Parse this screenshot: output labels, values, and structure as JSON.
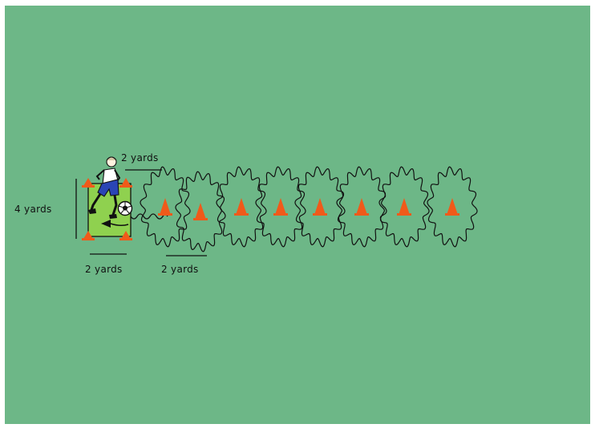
{
  "colors": {
    "field": "#6db787",
    "start_box": "#8fd14f",
    "cone": "#f05a1a",
    "path": "#111111"
  },
  "labels": {
    "height": "4 yards",
    "top_width": "2 yards",
    "bottom_width": "2 yards",
    "cone_spacing": "2 yards"
  },
  "icons": {
    "player": "soccer-player-icon",
    "ball": "soccer-ball-icon",
    "cone": "training-cone-icon"
  },
  "drill": {
    "cone_count": 8
  }
}
